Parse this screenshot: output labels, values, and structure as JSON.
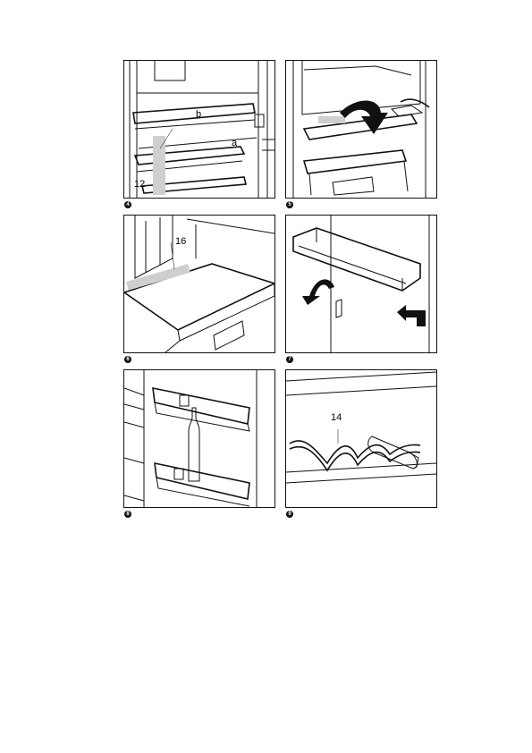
{
  "figures": [
    {
      "id": "4",
      "badge": "4",
      "labels": {
        "b": "b",
        "a": "a",
        "n": "12"
      }
    },
    {
      "id": "5",
      "badge": "5"
    },
    {
      "id": "6",
      "badge": "6",
      "labels": {
        "n": "16"
      }
    },
    {
      "id": "7",
      "badge": "7"
    },
    {
      "id": "8",
      "badge": "8"
    },
    {
      "id": "9",
      "badge": "9",
      "labels": {
        "n": "14"
      }
    }
  ]
}
